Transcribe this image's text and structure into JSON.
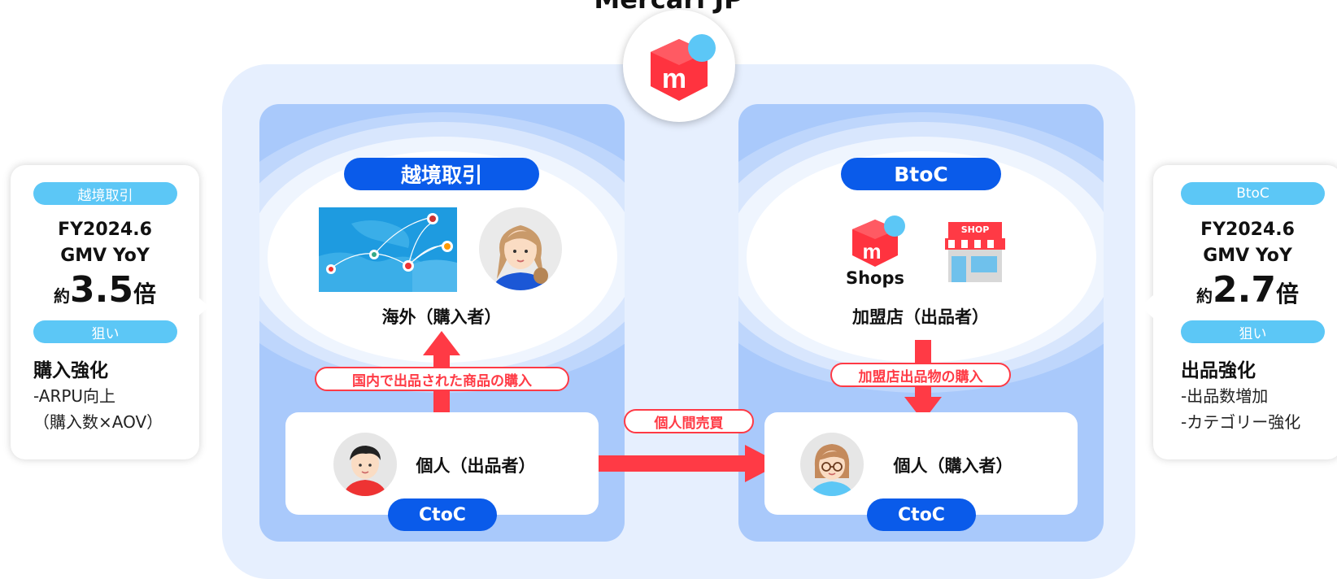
{
  "title": "Mercari JP",
  "left_panel": {
    "title": "越境取引",
    "location_label": "海外（購入者）",
    "arrow_label": "国内で出品された商品の購入",
    "seller_label": "個人（出品者）",
    "ctoc_label": "CtoC"
  },
  "right_panel": {
    "title": "BtoC",
    "shops_label": "Shops",
    "shop_sign": "SHOP",
    "location_label": "加盟店（出品者）",
    "arrow_label": "加盟店出品物の購入",
    "buyer_label": "個人（購入者）",
    "ctoc_label": "CtoC"
  },
  "middle_arrow_label": "個人間売買",
  "left_callout": {
    "tag": "越境取引",
    "fy": "FY2024.6",
    "metric": "GMV YoY",
    "mult_prefix": "約",
    "mult_value": "3.5",
    "mult_suffix": "倍",
    "goal_tag": "狙い",
    "goal_title": "購入強化",
    "goal_lines": [
      "-ARPU向上",
      "（購入数×AOV）"
    ]
  },
  "right_callout": {
    "tag": "BtoC",
    "fy": "FY2024.6",
    "metric": "GMV YoY",
    "mult_prefix": "約",
    "mult_value": "2.7",
    "mult_suffix": "倍",
    "goal_tag": "狙い",
    "goal_title": "出品強化",
    "goal_lines": [
      "-出品数増加",
      "-カテゴリー強化"
    ]
  },
  "colors": {
    "primary_blue": "#0a5bea",
    "accent_red": "#ff3a45",
    "cyan": "#5cc7f6",
    "outer_bg": "#e6effe",
    "panel_bg": "#a9c9fb"
  }
}
